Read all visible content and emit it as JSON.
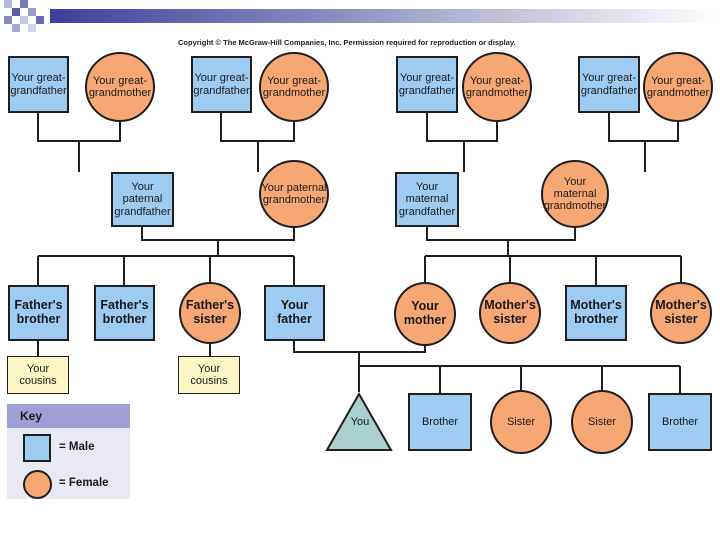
{
  "copyright": "Copyright © The McGraw-Hill Companies, Inc. Permission required for reproduction or display.",
  "great_grandparents": {
    "gf1": "Your great-grandfather",
    "gm1": "Your great-grandmother",
    "gf2": "Your great-grandfather",
    "gm2": "Your great-grandmother",
    "gf3": "Your great-grandfather",
    "gm3": "Your great-grandmother",
    "gf4": "Your great-grandfather",
    "gm4": "Your great-grandmother"
  },
  "grandparents": {
    "paternal_gf": "Your paternal grandfather",
    "paternal_gm": "Your paternal grandmother",
    "maternal_gf": "Your maternal grandfather",
    "maternal_gm": "Your maternal grandmother"
  },
  "parents_generation": {
    "fathers_brother_1": "Father's brother",
    "fathers_brother_2": "Father's brother",
    "fathers_sister": "Father's sister",
    "father": "Your father",
    "mother": "Your mother",
    "mothers_sister_1": "Mother's sister",
    "mothers_brother": "Mother's brother",
    "mothers_sister_2": "Mother's sister"
  },
  "cousins": {
    "c1": "Your cousins",
    "c2": "Your cousins"
  },
  "siblings": {
    "you": "You",
    "brother_1": "Brother",
    "sister_1": "Sister",
    "sister_2": "Sister",
    "brother_2": "Brother"
  },
  "key": {
    "title": "Key",
    "male": "= Male",
    "female": "= Female"
  },
  "colors": {
    "male": "#9ecbf2",
    "female": "#f7a774",
    "cousins": "#fcf7c4",
    "you": "#a9cfcf",
    "key_header": "#9f9fd6",
    "key_bg": "#e9e9f4"
  }
}
